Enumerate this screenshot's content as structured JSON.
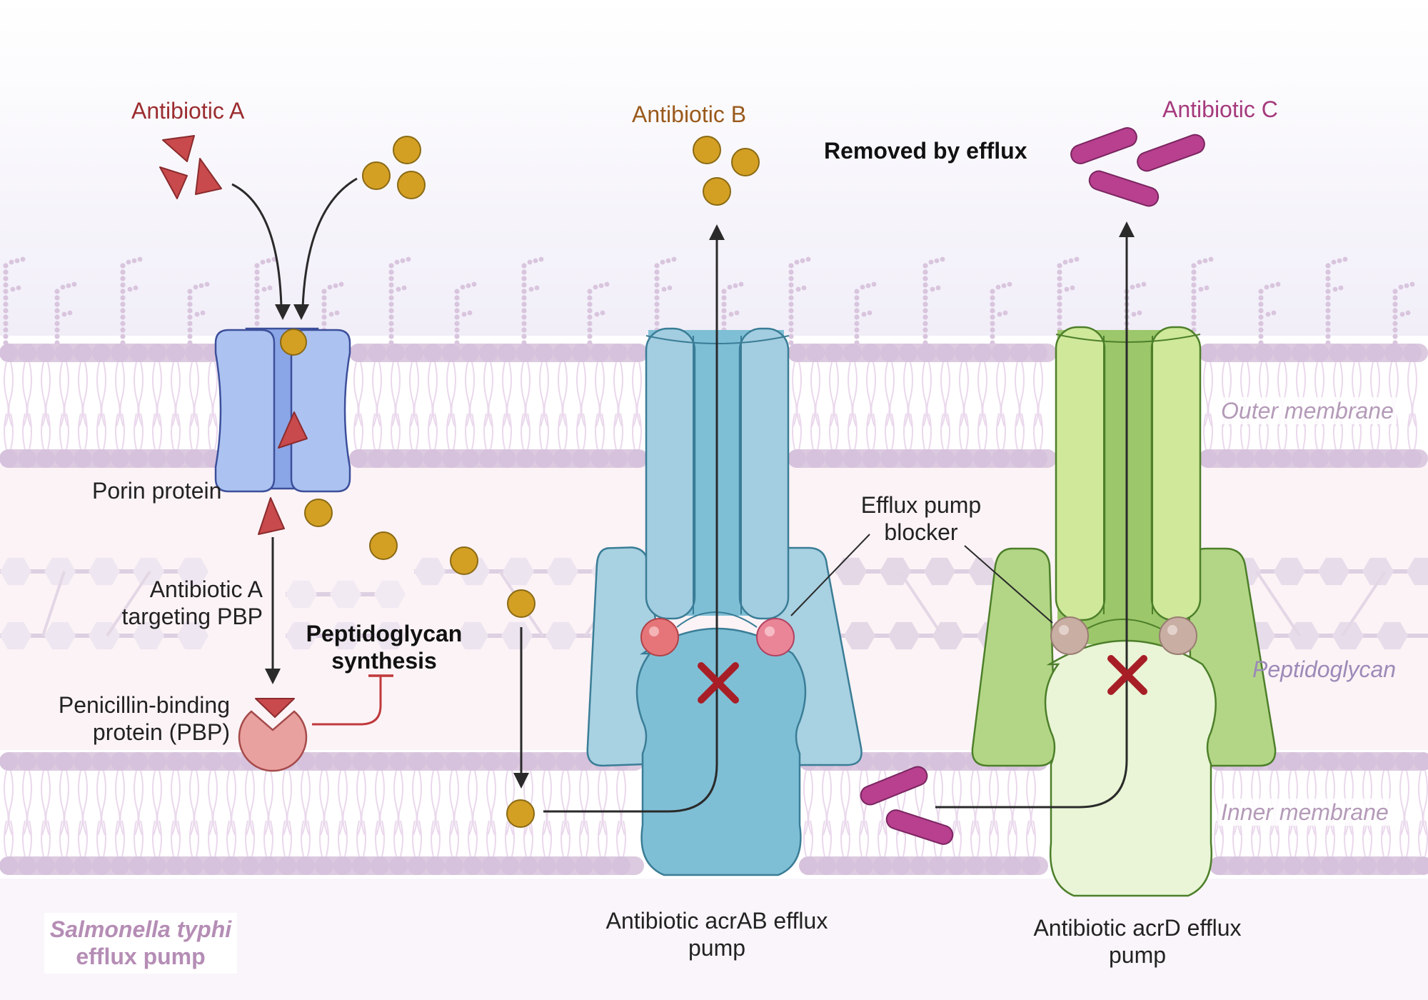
{
  "labels": {
    "antibiotic_a": "Antibiotic A",
    "antibiotic_b": "Antibiotic B",
    "antibiotic_c": "Antibiotic C",
    "removed_by_efflux": "Removed by efflux",
    "porin_protein": "Porin protein",
    "antibiotic_a_targeting_line1": "Antibiotic A",
    "antibiotic_a_targeting_line2": "targeting PBP",
    "pbp_line1": "Penicillin-binding",
    "pbp_line2": "protein (PBP)",
    "pg_synthesis_line1": "Peptidoglycan",
    "pg_synthesis_line2": "synthesis",
    "blocker_line1": "Efflux pump",
    "blocker_line2": "blocker",
    "outer_membrane": "Outer membrane",
    "peptidoglycan": "Peptidoglycan",
    "inner_membrane": "Inner membrane",
    "acrab_line1": "Antibiotic acrAB efflux",
    "acrab_line2": "pump",
    "acrd_line1": "Antibiotic acrD efflux",
    "acrd_line2": "pump",
    "footer_line1": "Salmonella typhi",
    "footer_line2": "efflux pump"
  },
  "colors": {
    "antibiotic_a": "#c94a4c",
    "antibiotic_b": "#d4a024",
    "antibiotic_c": "#b8408e",
    "label_a": "#9b2d30",
    "label_b": "#9a5a1c",
    "label_c": "#a63a7d",
    "membrane": "#dccae0",
    "porin": "#9fb8ee",
    "acrab": "#7fbfd6",
    "acrd": "#9cc76a",
    "blocker_red": "#e57579",
    "blocker_tan": "#c9aea4",
    "inhibition": "#c0393c",
    "cross": "#a81e26"
  }
}
